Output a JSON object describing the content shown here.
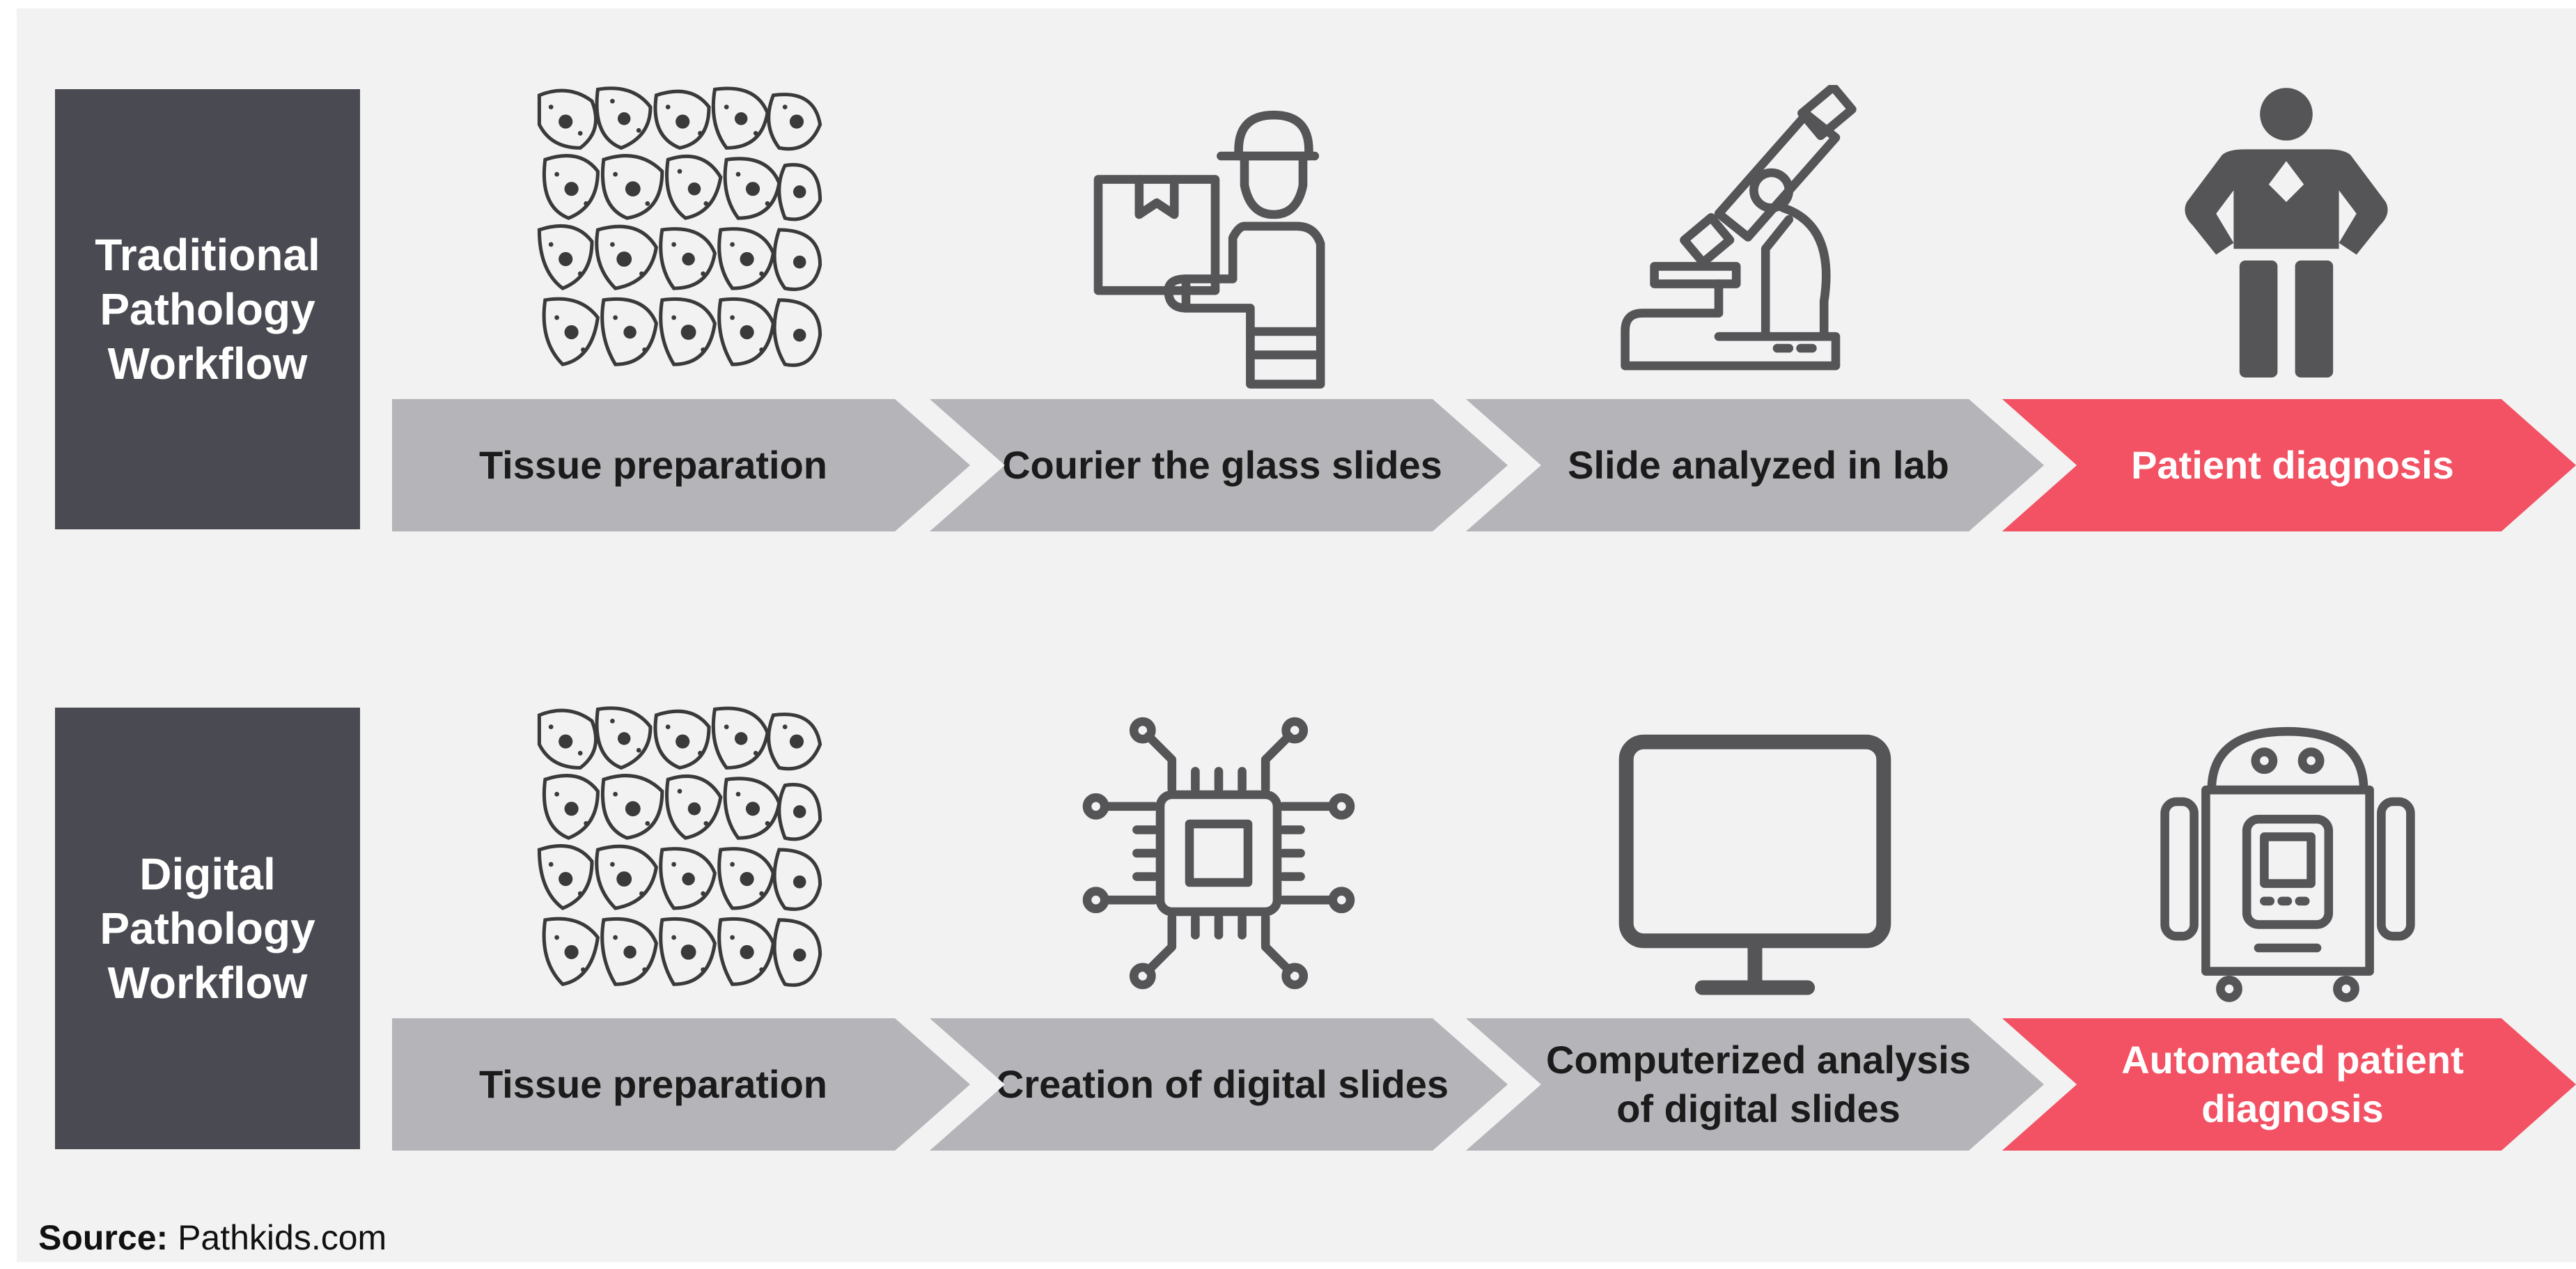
{
  "colors": {
    "label_box": "#4a4a52",
    "step_grey": "#b4b4b9",
    "step_red": "#f25263",
    "icon": "#555558",
    "background": "#f2f2f2"
  },
  "traditional": {
    "label": "Traditional\nPathology\nWorkflow",
    "icons": [
      "tissue-cells-icon",
      "courier-person-icon",
      "microscope-icon",
      "doctor-person-icon"
    ],
    "steps": [
      "Tissue preparation",
      "Courier the glass slides",
      "Slide analyzed in lab",
      "Patient diagnosis"
    ]
  },
  "digital": {
    "label": "Digital\nPathology\nWorkflow",
    "icons": [
      "tissue-cells-icon",
      "computer-chip-icon",
      "monitor-icon",
      "robot-icon"
    ],
    "steps": [
      "Tissue preparation",
      "Creation of digital slides",
      "Computerized analysis of digital slides",
      "Automated patient diagnosis"
    ]
  },
  "source": {
    "label": "Source:",
    "value": "Pathkids.com"
  }
}
